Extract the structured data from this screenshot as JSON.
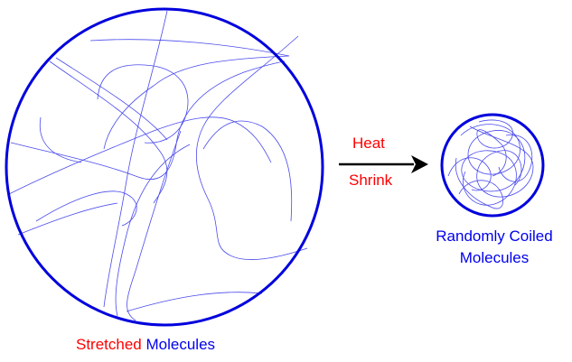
{
  "colors": {
    "circle": "#0000dd",
    "molecule": "#4a4aee",
    "process": "#ff0000",
    "label": "#0000ee",
    "arrow": "#000000"
  },
  "process": {
    "top_label": "Heat",
    "bottom_label": "Shrink"
  },
  "stretched": {
    "word1": "Stretched",
    "word2": "Molecules"
  },
  "coiled": {
    "line1": "Randomly Coiled",
    "line2": "Molecules"
  }
}
